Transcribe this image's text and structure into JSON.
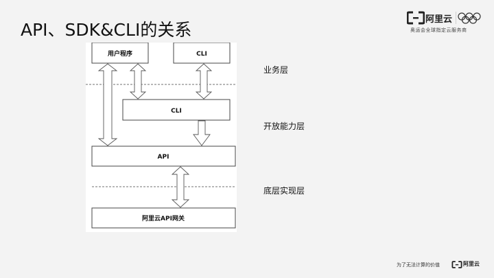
{
  "slide": {
    "title": "API、SDK&CLI的关系"
  },
  "brand": {
    "name": "阿里云",
    "tagline": "奥运会全球指定云服务商"
  },
  "diagram": {
    "boxes": {
      "user_program": "用户程序",
      "cli_top": "CLI",
      "cli_middle": "CLI",
      "api": "API",
      "gateway": "阿里云API网关"
    },
    "layers": {
      "business": "业务层",
      "open_capability": "开放能力层",
      "base_impl": "底层实现层"
    }
  },
  "footer": {
    "slogan": "为了无法计算的价值",
    "brand_name": "阿里云"
  },
  "colors": {
    "background": "#f3f3f3",
    "diagram_stroke": "#444444",
    "text": "#111111"
  },
  "icons": {
    "brand_logo": "aliyun-bracket-logo",
    "olympic_rings": "olympic-rings-icon"
  }
}
